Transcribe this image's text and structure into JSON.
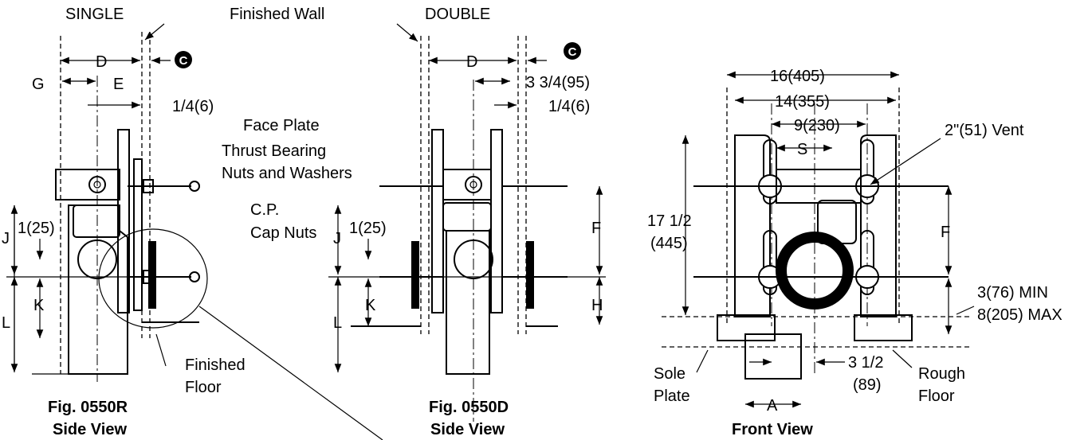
{
  "labels": {
    "single": "SINGLE",
    "double": "DOUBLE",
    "finished_wall": "Finished Wall",
    "c_badge": "C",
    "face_plate": "Face Plate",
    "thrust_bearing_1": "Thrust Bearing",
    "thrust_bearing_2": "Nuts and Washers",
    "cp_1": "C.P.",
    "cp_2": "Cap Nuts",
    "finished_floor_1": "Finished",
    "finished_floor_2": "Floor",
    "sole_plate_1": "Sole",
    "sole_plate_2": "Plate",
    "rough_floor_1": "Rough",
    "rough_floor_2": "Floor",
    "vent": "2\"(51) Vent"
  },
  "dims": {
    "D": "D",
    "E": "E",
    "G": "G",
    "F": "F",
    "H": "H",
    "J": "J",
    "K": "K",
    "L": "L",
    "S": "S",
    "A": "A",
    "quarter": "1/4(6)",
    "one25": "1(25)",
    "three34": "3 3/4(95)",
    "w16": "16(405)",
    "w14": "14(355)",
    "w9": "9(230)",
    "h17": "17 1/2",
    "h445": "(445)",
    "min": "3(76) MIN",
    "max": "8(205) MAX",
    "r35": "3 1/2",
    "r89": "(89)"
  },
  "captions": {
    "fig_r": "Fig. 0550R",
    "side_r": "Side View",
    "fig_d": "Fig. 0550D",
    "side_d": "Side View",
    "front": "Front View"
  }
}
